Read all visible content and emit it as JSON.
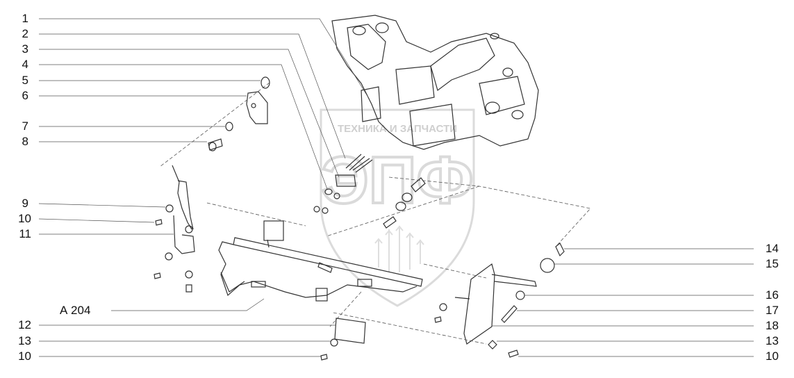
{
  "callouts_left": [
    {
      "id": "l1",
      "text": "1"
    },
    {
      "id": "l2",
      "text": "2"
    },
    {
      "id": "l3",
      "text": "3"
    },
    {
      "id": "l4",
      "text": "4"
    },
    {
      "id": "l5",
      "text": "5"
    },
    {
      "id": "l6",
      "text": "6"
    },
    {
      "id": "l7",
      "text": "7"
    },
    {
      "id": "l8",
      "text": "8"
    },
    {
      "id": "l9",
      "text": "9"
    },
    {
      "id": "l10a",
      "text": "10"
    },
    {
      "id": "l11",
      "text": "11"
    },
    {
      "id": "l12",
      "text": "12"
    },
    {
      "id": "l13a",
      "text": "13"
    },
    {
      "id": "l10b",
      "text": "10"
    }
  ],
  "assembly_ref": "А 204",
  "callouts_right": [
    {
      "id": "r14",
      "text": "14"
    },
    {
      "id": "r15",
      "text": "15"
    },
    {
      "id": "r16",
      "text": "16"
    },
    {
      "id": "r17",
      "text": "17"
    },
    {
      "id": "r18",
      "text": "18"
    },
    {
      "id": "r13",
      "text": "13"
    },
    {
      "id": "r10",
      "text": "10"
    }
  ],
  "watermark": {
    "top_text": "ТЕХНИКА И ЗАПЧАСТИ",
    "logo_text": "ЭПФ"
  },
  "colors": {
    "line": "#333333",
    "leader": "#555555",
    "watermark": "#c8c8c8"
  }
}
